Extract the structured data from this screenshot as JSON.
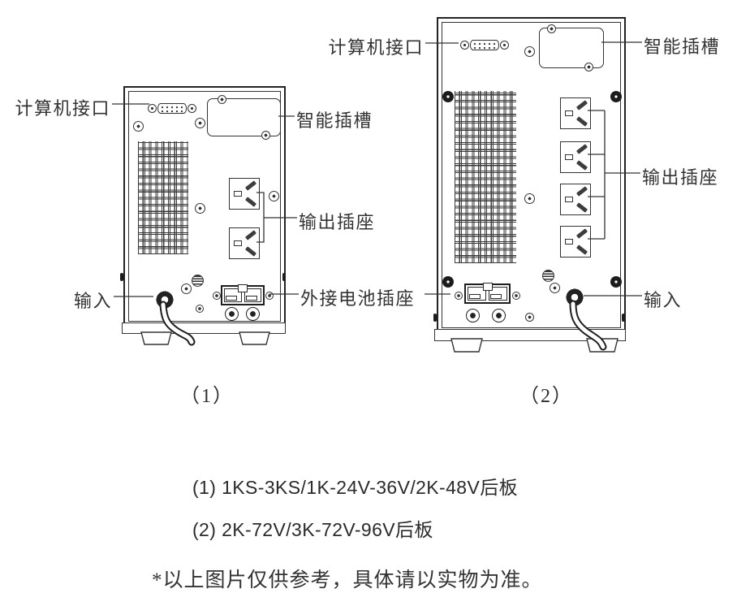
{
  "diagram": {
    "left_panel": {
      "caption": "（1）",
      "labels": {
        "computer_interface": "计算机接口",
        "smart_slot": "智能插槽",
        "output_socket": "输出插座",
        "input": "输入"
      }
    },
    "right_panel": {
      "caption": "（2）",
      "labels": {
        "computer_interface": "计算机接口",
        "smart_slot": "智能插槽",
        "output_socket": "输出插座",
        "input": "输入"
      }
    },
    "shared_label": {
      "external_battery_socket": "外接电池插座"
    },
    "footnotes": {
      "model_line_1": "(1) 1KS-3KS/1K-24V-36V/2K-48V后板",
      "model_line_2": "(2) 2K-72V/3K-72V-96V后板",
      "disclaimer": "*以上图片仅供参考，具体请以实物为准。"
    },
    "colors": {
      "line": "#333333",
      "dark_fill": "#1c1c1c",
      "background": "#ffffff"
    }
  }
}
